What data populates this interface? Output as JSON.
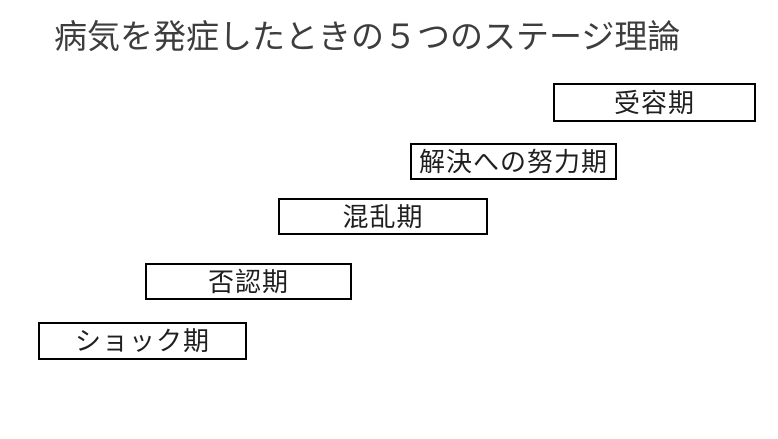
{
  "title": "病気を発症したときの５つのステージ理論",
  "stages": [
    {
      "order": 1,
      "label": "ショック期"
    },
    {
      "order": 2,
      "label": "否認期"
    },
    {
      "order": 3,
      "label": "混乱期"
    },
    {
      "order": 4,
      "label": "解決への努力期"
    },
    {
      "order": 5,
      "label": "受容期"
    }
  ],
  "colors": {
    "background": "#ffffff",
    "box_border": "#000000",
    "box_fill": "#ffffff",
    "box_text": "#1f1f1f",
    "title_text": "#3d3d3d"
  }
}
